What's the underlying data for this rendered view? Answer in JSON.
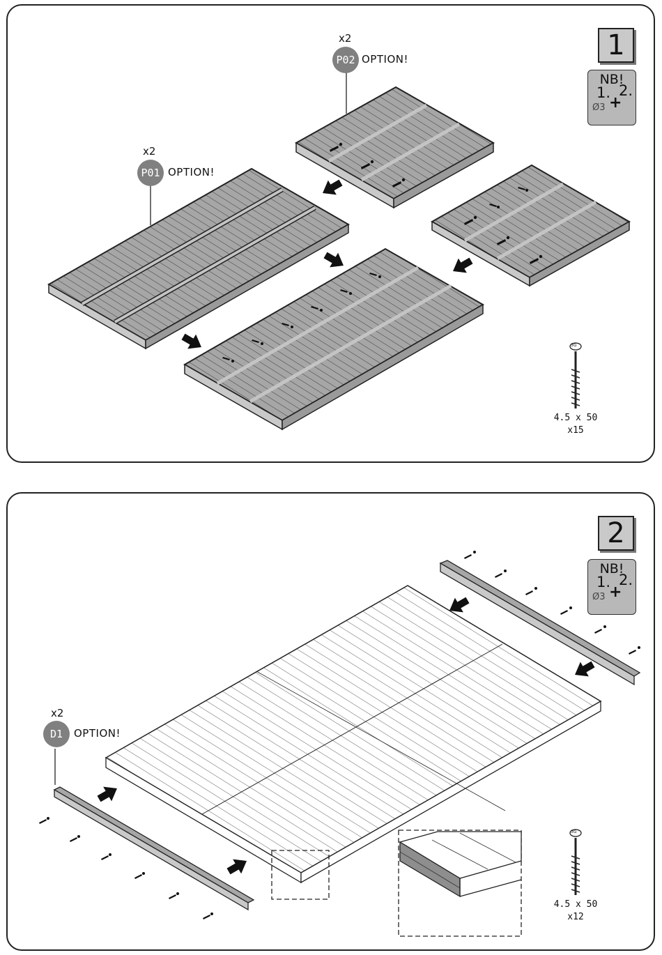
{
  "step1": {
    "number": "1",
    "nb": {
      "title": "NB!",
      "first": "1.",
      "plus": "+",
      "second": "2.",
      "drill": "Ø3"
    },
    "part_a": {
      "qty": "x2",
      "code": "P01",
      "note": "OPTION!"
    },
    "part_b": {
      "qty": "x2",
      "code": "P02",
      "note": "OPTION!"
    },
    "screw": {
      "head": "3G",
      "size": "4.5 x 50",
      "count": "x15"
    }
  },
  "step2": {
    "number": "2",
    "nb": {
      "title": "NB!",
      "first": "1.",
      "plus": "+",
      "second": "2.",
      "drill": "Ø3"
    },
    "part": {
      "qty": "x2",
      "code": "D1",
      "note": "OPTION!"
    },
    "screw": {
      "head": "3G",
      "size": "4.5 x 50",
      "count": "x12"
    }
  },
  "colors": {
    "panel_gray": "#a6a6a6",
    "badge_gray": "#808080",
    "outline": "#222222"
  }
}
